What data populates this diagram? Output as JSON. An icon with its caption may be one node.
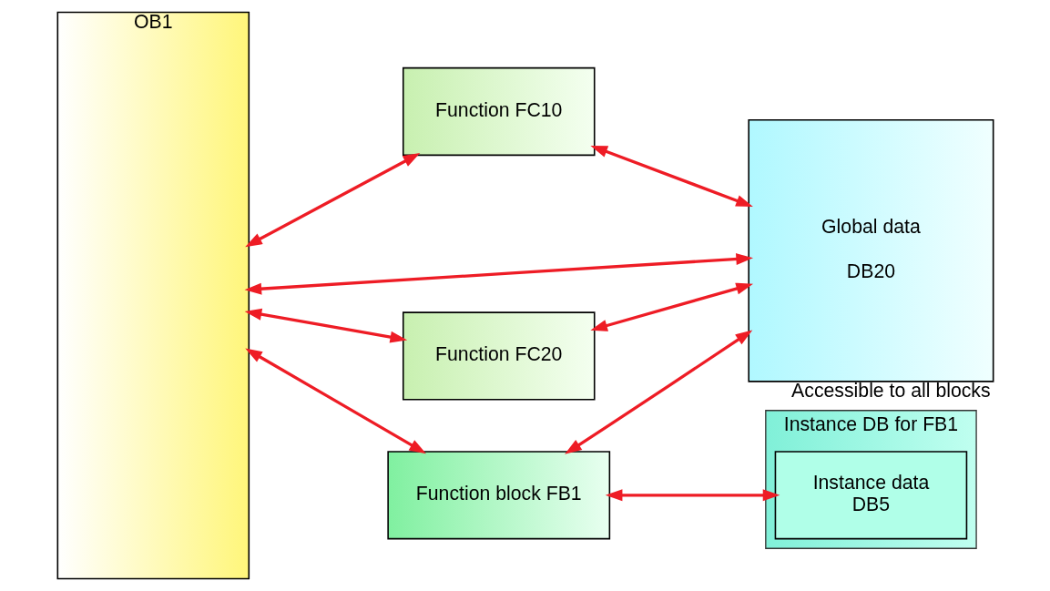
{
  "diagram": {
    "nodes": [
      {
        "text": [
          "OB1"
        ]
      },
      {
        "text": [
          "Function FC10"
        ]
      },
      {
        "text": [
          "Global data",
          "DB20"
        ],
        "beside": [
          "Accessible to all blocks"
        ]
      },
      {
        "text": [
          "Function FC20"
        ]
      },
      {
        "text": [
          "Function block FB1"
        ]
      },
      {
        "text": [
          "Instance DB for FB1"
        ]
      },
      {
        "text": [
          "Instance data",
          "DB5"
        ],
        "in": 5
      }
    ],
    "edges": [
      {
        "from": 0,
        "to": 1,
        "arrow": "both"
      },
      {
        "from": 1,
        "to": 2,
        "arrow": "both"
      },
      {
        "from": 0,
        "to": 2,
        "arrow": "both"
      },
      {
        "from": 0,
        "to": 3,
        "arrow": "both"
      },
      {
        "from": 3,
        "to": 2,
        "arrow": "both"
      },
      {
        "from": 4,
        "to": 2,
        "arrow": "both"
      },
      {
        "from": 0,
        "to": 4,
        "arrow": "both"
      },
      {
        "from": 4,
        "to": 6,
        "arrow": "both"
      }
    ]
  }
}
